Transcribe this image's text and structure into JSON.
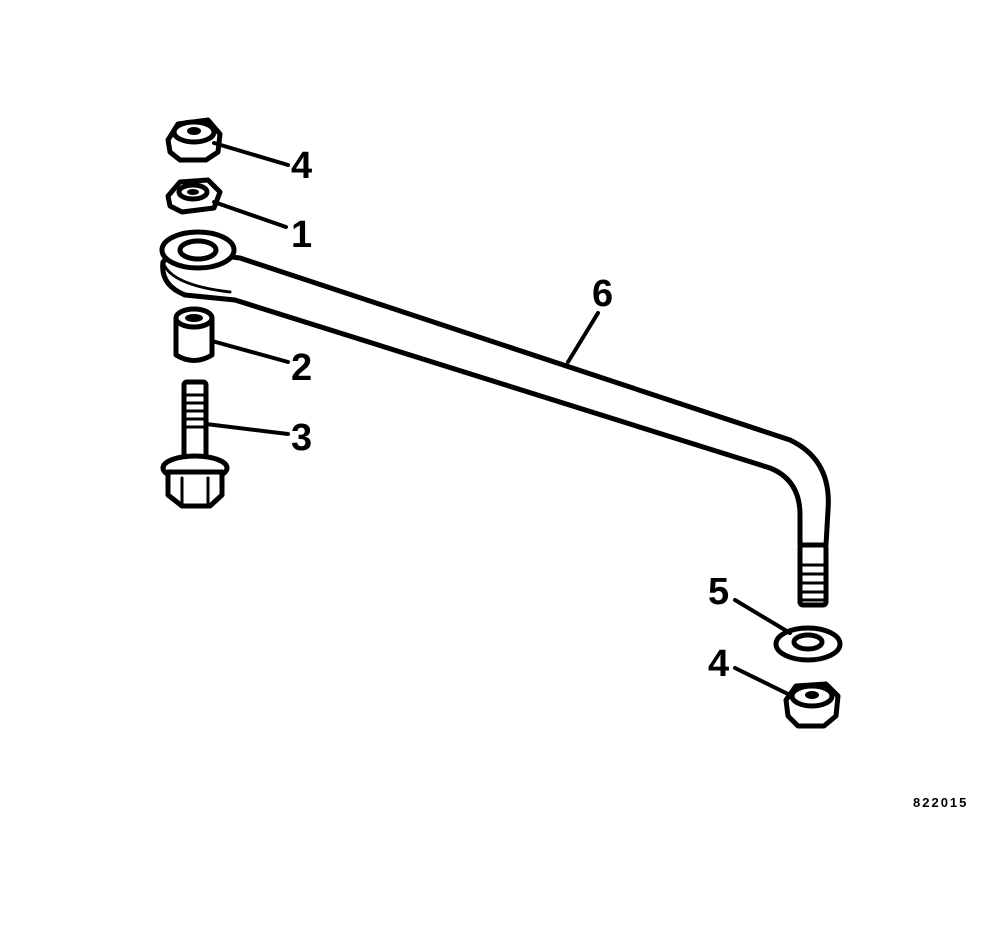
{
  "callouts": {
    "nut_top": "4",
    "nut_small": "1",
    "spacer": "2",
    "bolt": "3",
    "link_rod": "6",
    "washer": "5",
    "nut_bottom": "4"
  },
  "figure_id": "822015",
  "colors": {
    "ink": "#000000",
    "paper": "#ffffff"
  }
}
